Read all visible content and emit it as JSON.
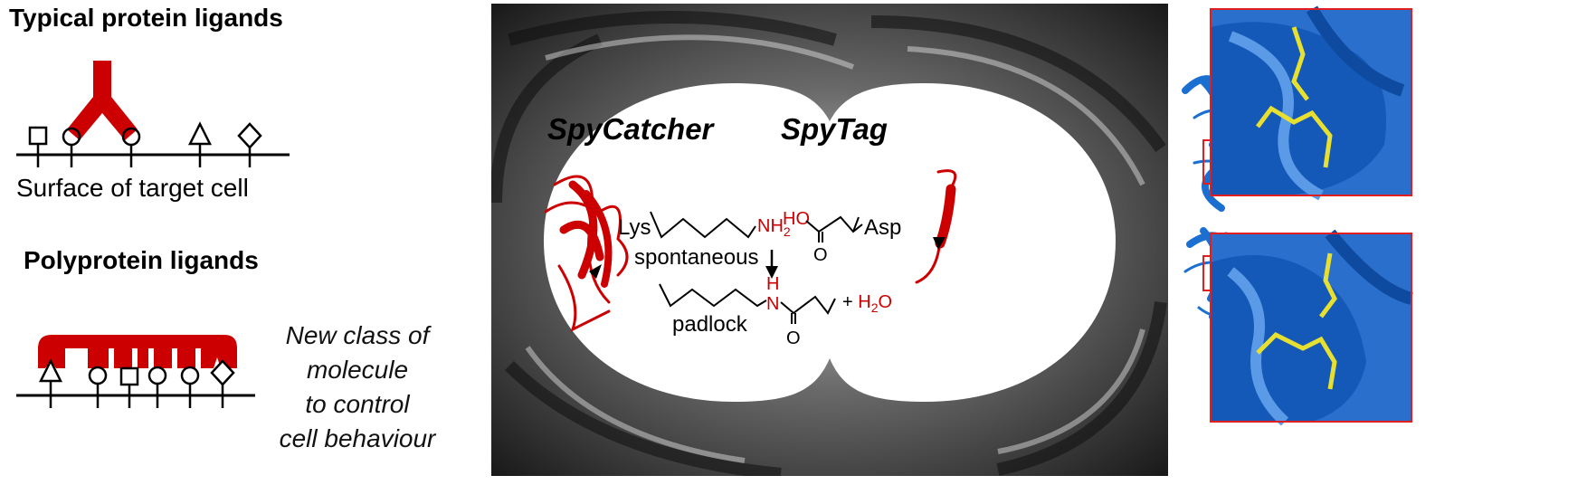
{
  "left": {
    "typical_title": "Typical protein ligands",
    "surface_label": "Surface of target cell",
    "poly_title": "Polyprotein ligands",
    "poly_note": [
      "New class of",
      "molecule",
      "to control",
      "cell behaviour"
    ]
  },
  "center": {
    "spycatcher_label": "SpyCatcher",
    "spytag_label": "SpyTag",
    "lys_label": "Lys",
    "nh2_label": "NH",
    "nh2_sub": "2",
    "ho_label": "HO",
    "o_label": "O",
    "asp_label": "Asp",
    "spontaneous_label": "spontaneous",
    "h_label": "H",
    "n_label": "N",
    "o2_label": "O",
    "padlock_label": "padlock",
    "plus_label": "+ ",
    "water_label": "H",
    "water_sub": "2",
    "water_o": "O"
  },
  "colors": {
    "ligand_red": "#cc0000",
    "protein_blue": "#1a6fd1",
    "residue_yellow": "#e8e030",
    "frame_red": "#e02020"
  }
}
